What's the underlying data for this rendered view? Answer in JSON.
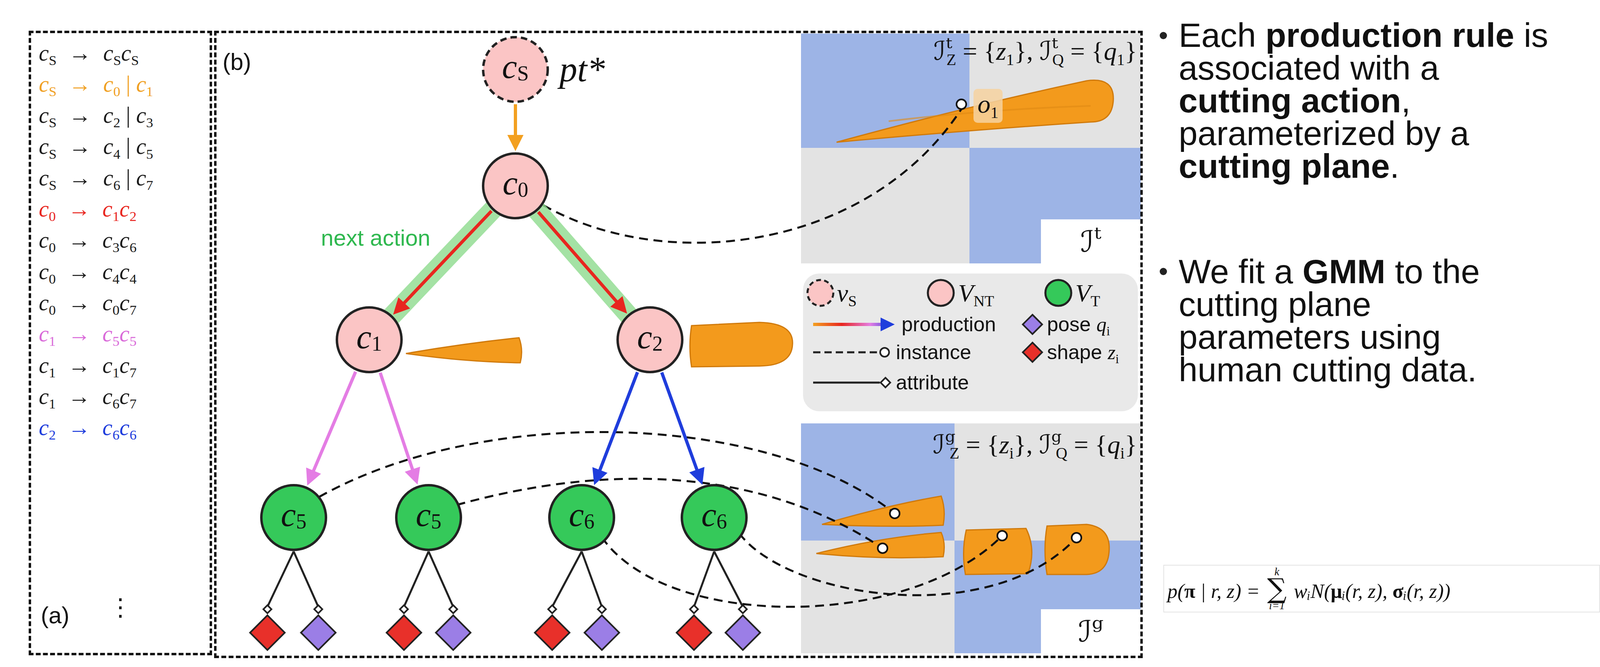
{
  "diagram": {
    "nodes": [
      {
        "text": [
          "cS → cScS",
          "cS → c0 | c1",
          "cS → c2 | c3",
          "cS → c4 | c5",
          "cS → c6 | c7",
          "c0 → c1c2",
          "c0 → c3c6",
          "c0 → c4c4",
          "c0 → c0c7",
          "c1 → c5c5",
          "c1 → c1c7",
          "c1 → c6c7",
          "c2 → c6c6",
          "(a)",
          "⋮"
        ]
      },
      {
        "text": [
          "(b)"
        ]
      },
      {
        "text": [
          "cS"
        ],
        "in": 1
      },
      {
        "text": [
          "c0"
        ],
        "in": 1
      },
      {
        "text": [
          "c1"
        ],
        "in": 1
      },
      {
        "text": [
          "c2"
        ],
        "in": 1
      },
      {
        "text": [
          "c5"
        ],
        "in": 1
      },
      {
        "text": [
          "c5"
        ],
        "in": 1
      },
      {
        "text": [
          "c6"
        ],
        "in": 1
      },
      {
        "text": [
          "c6"
        ],
        "in": 1
      },
      {
        "text": [
          "ℐᵗZ = {z1}, ℐᵗQ = {q1}",
          "o1",
          "ℐᵗ"
        ],
        "in": 1
      },
      {
        "text": [
          "ℐᵍZ = {zi}, ℐᵍQ = {qi}",
          "ℐᵍ"
        ],
        "in": 1
      },
      {
        "text": [
          "k",
          "p(π | r, z) = ∑ wᵢN(μᵢ(r, z), σᵢ(r, z))",
          "i=1"
        ]
      }
    ],
    "edges": [
      {
        "from": 2,
        "to": 3,
        "arrow": "to"
      },
      {
        "from": 3,
        "to": 4,
        "arrow": "to",
        "label": "next action"
      },
      {
        "from": 3,
        "to": 5,
        "arrow": "to"
      },
      {
        "from": 4,
        "to": 6,
        "arrow": "to"
      },
      {
        "from": 4,
        "to": 7,
        "arrow": "to"
      },
      {
        "from": 5,
        "to": 8,
        "arrow": "to"
      },
      {
        "from": 5,
        "to": 9,
        "arrow": "to"
      }
    ],
    "labels": [
      "pt*",
      "Each production rule is associated with a cutting action, parameterized by a cutting plane.",
      "We fit a GMM to the cutting plane parameters using human cutting data."
    ],
    "legend": [
      {
        "text": "vS"
      },
      {
        "text": "VNT",
        "color": "#fbc5c5"
      },
      {
        "text": "VT",
        "color": "#35c95a"
      },
      {
        "text": "production"
      },
      {
        "text": "pose qi",
        "color": "#9b7ee6"
      },
      {
        "text": "instance"
      },
      {
        "text": "shape zi",
        "color": "#e8302a"
      },
      {
        "text": "attribute"
      }
    ]
  }
}
